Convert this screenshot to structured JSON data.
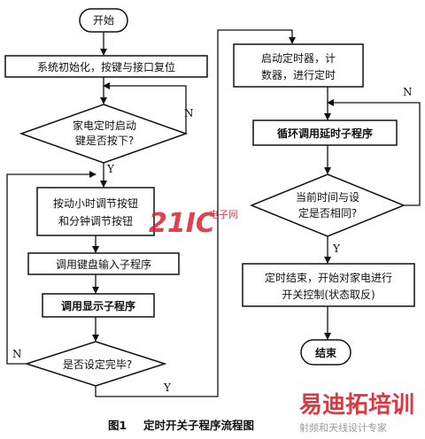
{
  "flowchart": {
    "start": "开始",
    "init": "系统初始化，按键与接口复位",
    "check_key": [
      "家电定时启动",
      "键是否按下?"
    ],
    "adjust": [
      "按动小时调节按钮",
      "和分钟调节按钮"
    ],
    "keyboard": "调用键盘输入子程序",
    "display": "调用显示子程序",
    "check_done": "是否设定完毕?",
    "start_timer": [
      "启动定时器，计",
      "数器，进行定时"
    ],
    "delay_loop": "循环调用延时子程序",
    "compare_time": [
      "当前时间与设",
      "定是否相同?"
    ],
    "finish": [
      "定时结束，开始对家电进行",
      "开关控制(状态取反)"
    ],
    "end": "结束",
    "yes": "Y",
    "no": "N"
  },
  "caption": {
    "figure_no": "图1",
    "title": "定时开关子程序流程图"
  },
  "watermarks": {
    "brand": "21IC",
    "brand_sub": "电子网",
    "site": "易迪拓培训",
    "site_sub": "射频和天线设计专家"
  },
  "colors": {
    "watermark_red": "#d9232e",
    "line": "#111111"
  }
}
